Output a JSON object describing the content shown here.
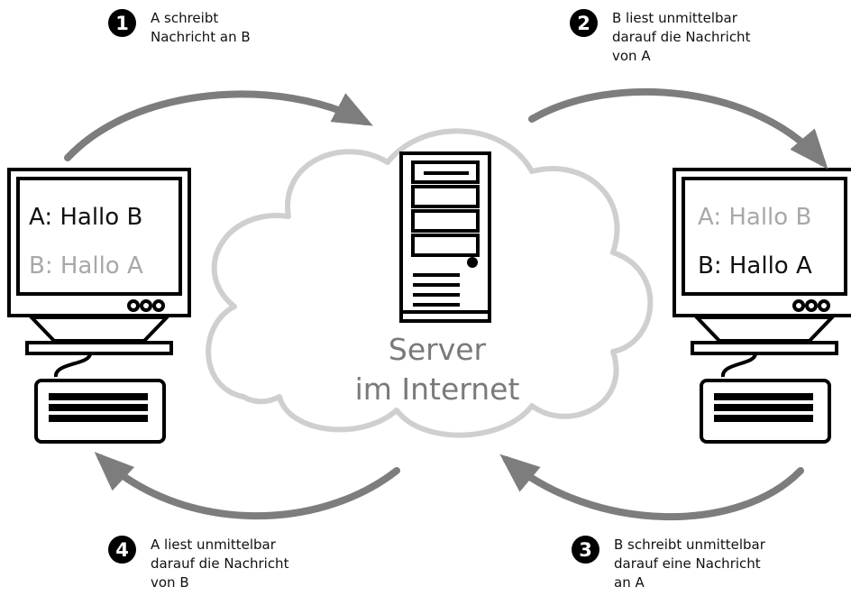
{
  "steps": [
    {
      "number": "1",
      "text": "A schreibt\nNachricht an B"
    },
    {
      "number": "2",
      "text": "B liest unmittelbar\ndarauf die Nachricht\nvon A"
    },
    {
      "number": "3",
      "text": "B schreibt unmittelbar\ndarauf eine Nachricht\nan A"
    },
    {
      "number": "4",
      "text": "A liest unmittelbar\ndarauf die Nachricht\nvon B"
    }
  ],
  "screens": {
    "left": {
      "line1": "A: Hallo B",
      "line2": "B: Hallo A"
    },
    "right": {
      "line1": "A: Hallo B",
      "line2": "B: Hallo A"
    }
  },
  "server": {
    "line1": "Server",
    "line2": "im Internet"
  },
  "colors": {
    "ink": "#111111",
    "faded_text": "#a8a8a8",
    "arrow": "#7d7d7d",
    "cloud_outline": "#cfcfcf"
  }
}
